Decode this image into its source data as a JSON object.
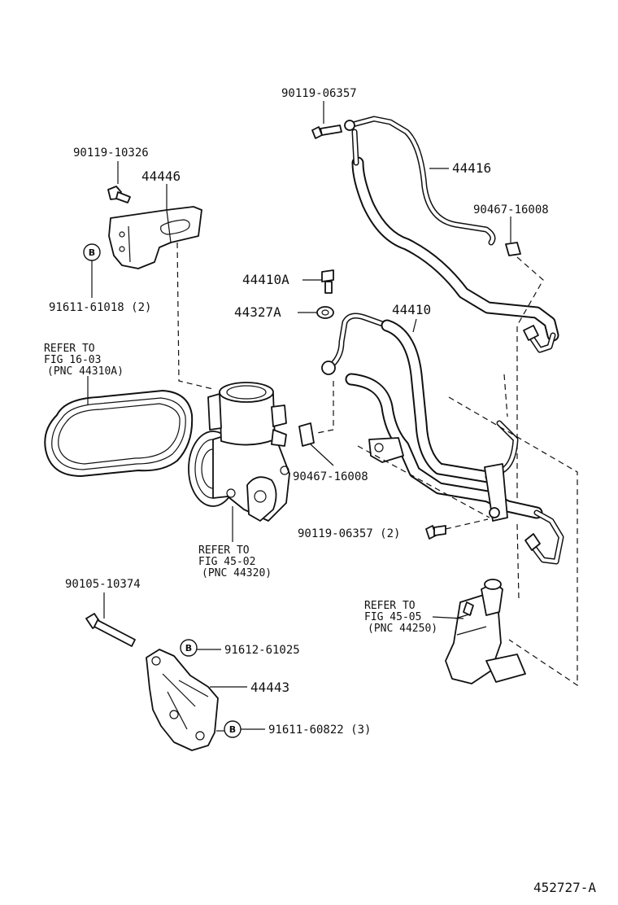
{
  "labels": {
    "l1": "90119-06357",
    "l2": "90119-10326",
    "l3": "44446",
    "l4": "44416",
    "l5": "90467-16008",
    "l6": "91611-61018 (2)",
    "l7": "44410A",
    "l8": "44327A",
    "l9": "44410",
    "l10a": "REFER TO",
    "l10b": "FIG 16-03",
    "l10c": "(PNC 44310A)",
    "l11": "90467-16008",
    "l12": "90119-06357 (2)",
    "l13a": "REFER TO",
    "l13b": "FIG 45-02",
    "l13c": "(PNC 44320)",
    "l14": "90105-10374",
    "l15a": "REFER TO",
    "l15b": "FIG 45-05",
    "l15c": "(PNC 44250)",
    "l16": "91612-61025",
    "l17": "44443",
    "l18": "91611-60822 (3)",
    "footer": "452727-A",
    "marker_b": "B"
  }
}
